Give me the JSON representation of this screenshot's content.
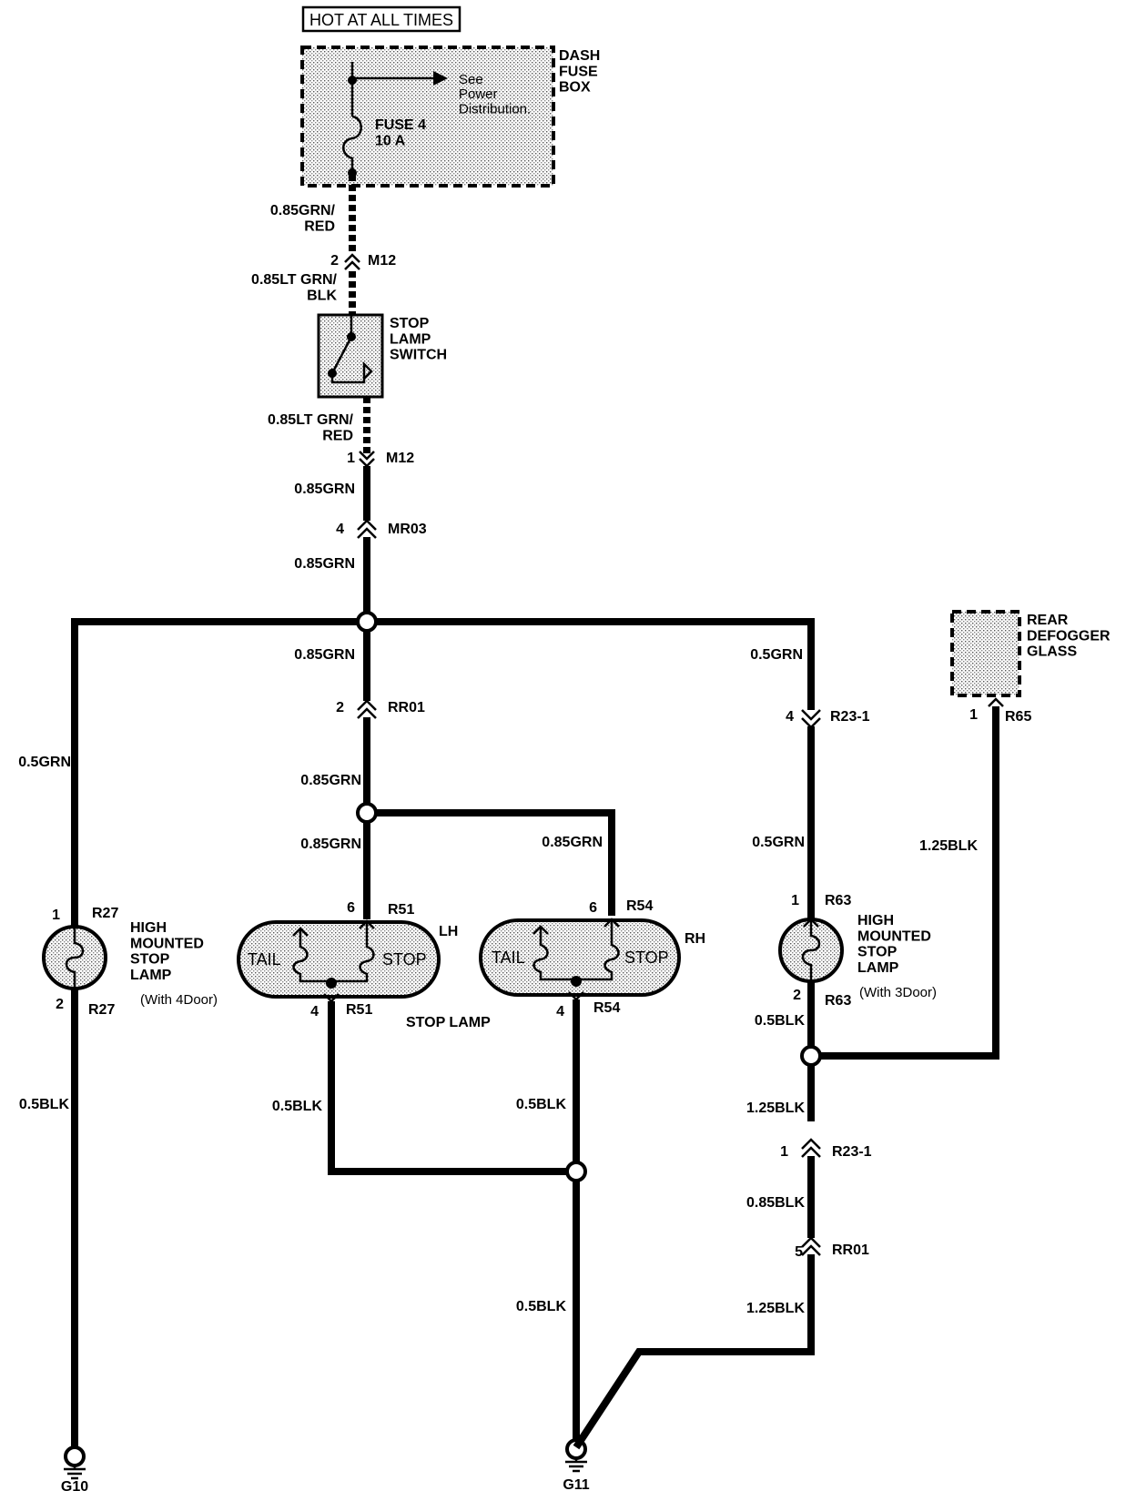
{
  "header": {
    "hot_label": "HOT AT ALL TIMES"
  },
  "fuse_box": {
    "name": "DASH\nFUSE\nBOX",
    "see_note": "See\nPower\nDistribution.",
    "fuse": "FUSE 4\n10 A"
  },
  "switch": {
    "name": "STOP\nLAMP\nSWITCH"
  },
  "wires": {
    "w1": "0.85GRN/\nRED",
    "w2": "0.85LT GRN/\nBLK",
    "w3": "0.85LT GRN/\nRED",
    "w4": "0.85GRN",
    "w5": "0.85GRN",
    "w6": "0.85GRN",
    "w7": "0.85GRN",
    "w8": "0.85GRN",
    "w9": "0.85GRN",
    "w_left": "0.5GRN",
    "w_right1": "0.5GRN",
    "w_right2": "0.5GRN",
    "w_defog": "1.25BLK",
    "w_blk_left": "0.5BLK",
    "w_blk_lh": "0.5BLK",
    "w_blk_rh": "0.5BLK",
    "w_blk_r63": "0.5BLK",
    "w_blk_r1": "1.25BLK",
    "w_blk_r2": "0.85BLK",
    "w_blk_r3": "1.25BLK",
    "w_blk_g11": "0.5BLK"
  },
  "connectors": {
    "m12_top": {
      "pin": "2",
      "name": "M12"
    },
    "m12_bot": {
      "pin": "1",
      "name": "M12"
    },
    "mr03": {
      "pin": "4",
      "name": "MR03"
    },
    "rr01_top": {
      "pin": "2",
      "name": "RR01"
    },
    "r23_top": {
      "pin": "4",
      "name": "R23-1"
    },
    "r65": {
      "pin": "1",
      "name": "R65"
    },
    "r27_top": {
      "pin": "1",
      "name": "R27"
    },
    "r27_bot": {
      "pin": "2",
      "name": "R27"
    },
    "r51_top": {
      "pin": "6",
      "name": "R51"
    },
    "r51_bot": {
      "pin": "4",
      "name": "R51"
    },
    "r54_top": {
      "pin": "6",
      "name": "R54"
    },
    "r54_bot": {
      "pin": "4",
      "name": "R54"
    },
    "r63_top": {
      "pin": "1",
      "name": "R63"
    },
    "r63_bot": {
      "pin": "2",
      "name": "R63"
    },
    "r23_bot": {
      "pin": "1",
      "name": "R23-1"
    },
    "rr01_bot": {
      "pin": "5",
      "name": "RR01"
    }
  },
  "components": {
    "hmsl_4door": {
      "name": "HIGH\nMOUNTED\nSTOP\nLAMP",
      "note": "(With 4Door)"
    },
    "hmsl_3door": {
      "name": "HIGH\nMOUNTED\nSTOP\nLAMP",
      "note": "(With 3Door)"
    },
    "rear_defogger": {
      "name": "REAR\nDEFOGGER\nGLASS"
    },
    "lamp_lh": {
      "tail": "TAIL",
      "stop": "STOP",
      "side": "LH"
    },
    "lamp_rh": {
      "tail": "TAIL",
      "stop": "STOP",
      "side": "RH"
    },
    "stop_lamp_label": "STOP LAMP"
  },
  "grounds": {
    "g10": "G10",
    "g11": "G11"
  }
}
